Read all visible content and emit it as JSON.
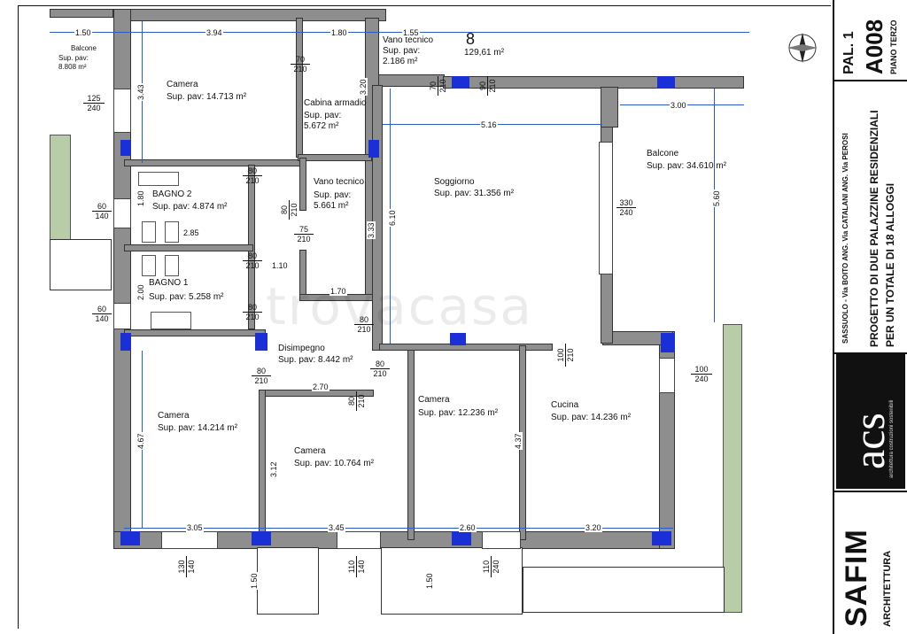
{
  "unit": {
    "number": "8",
    "area": "129,61 m²"
  },
  "rooms": [
    {
      "name": "Balcone",
      "area": "Sup. pav: 8.808 m²"
    },
    {
      "name": "Camera",
      "area": "Sup. pav: 14.713 m²"
    },
    {
      "name": "Cabina armadio",
      "area": "Sup. pav: 5.672 m²"
    },
    {
      "name": "Vano tecnico",
      "area": "Sup. pav: 2.186 m²"
    },
    {
      "name": "BAGNO 2",
      "area": "Sup. pav: 4.874 m²"
    },
    {
      "name": "Vano tecnico",
      "area": "Sup. pav: 5.661 m²"
    },
    {
      "name": "Soggiorno",
      "area": "Sup. pav: 31.356 m²"
    },
    {
      "name": "Balcone",
      "area": "Sup. pav: 34.610 m²"
    },
    {
      "name": "BAGNO 1",
      "area": "Sup. pav: 5.258 m²"
    },
    {
      "name": "Disimpegno",
      "area": "Sup. pav: 8.442 m²"
    },
    {
      "name": "Camera",
      "area": "Sup. pav: 14.214 m²"
    },
    {
      "name": "Camera",
      "area": "Sup. pav: 10.764 m²"
    },
    {
      "name": "Camera",
      "area": "Sup. pav: 12.236 m²"
    },
    {
      "name": "Cucina",
      "area": "Sup. pav: 14.236 m²"
    }
  ],
  "dimensions": {
    "horizontal": [
      "1.50",
      "3.94",
      "1.80",
      "1.55",
      "3.00",
      "5.16",
      "2.85",
      "1.10",
      "1.70",
      "2.70",
      "3.05",
      "3.45",
      "2.60",
      "3.20"
    ],
    "vertical": [
      "3.43",
      "3.20",
      "1.80",
      "6.10",
      "3.33",
      "2.00",
      "4.67",
      "3.12",
      "4.37",
      "5.60",
      "1.50",
      "1.50"
    ]
  },
  "openings": [
    {
      "w": "70",
      "h": "210"
    },
    {
      "w": "70",
      "h": "210"
    },
    {
      "w": "90",
      "h": "210"
    },
    {
      "w": "125",
      "h": "240"
    },
    {
      "w": "80",
      "h": "210"
    },
    {
      "w": "80",
      "h": "210"
    },
    {
      "w": "75",
      "h": "210"
    },
    {
      "w": "60",
      "h": "140"
    },
    {
      "w": "330",
      "h": "240"
    },
    {
      "w": "80",
      "h": "210"
    },
    {
      "w": "60",
      "h": "140"
    },
    {
      "w": "80",
      "h": "210"
    },
    {
      "w": "80",
      "h": "210"
    },
    {
      "w": "80",
      "h": "210"
    },
    {
      "w": "80",
      "h": "210"
    },
    {
      "w": "80",
      "h": "210"
    },
    {
      "w": "100",
      "h": "210"
    },
    {
      "w": "100",
      "h": "240"
    },
    {
      "w": "130",
      "h": "140"
    },
    {
      "w": "110",
      "h": "140"
    },
    {
      "w": "110",
      "h": "240"
    }
  ],
  "title_block": {
    "pal": "PAL. 1",
    "code": "A008",
    "floor": "PIANO TERZO",
    "address": "SASSUOLO - Via BOITO ANG. Via CATALANI ANG. Via PEROSI",
    "project_line1": "PROGETTO DI DUE PALAZZINE RESIDENZIALI",
    "project_line2": "PER UN TOTALE DI 18 ALLOGGI",
    "studio_logo": "acs",
    "studio_sub": "architettura costruzioni sostenibili",
    "firm_name": "SAFIM",
    "firm_sub": "ARCHITETTURA"
  },
  "watermark": "trovacasa",
  "colors": {
    "wall": "#8e8e8e",
    "pillar": "#1a2fd6",
    "balcony_green": "#b9cca8",
    "dimension": "#2a5cc8"
  }
}
